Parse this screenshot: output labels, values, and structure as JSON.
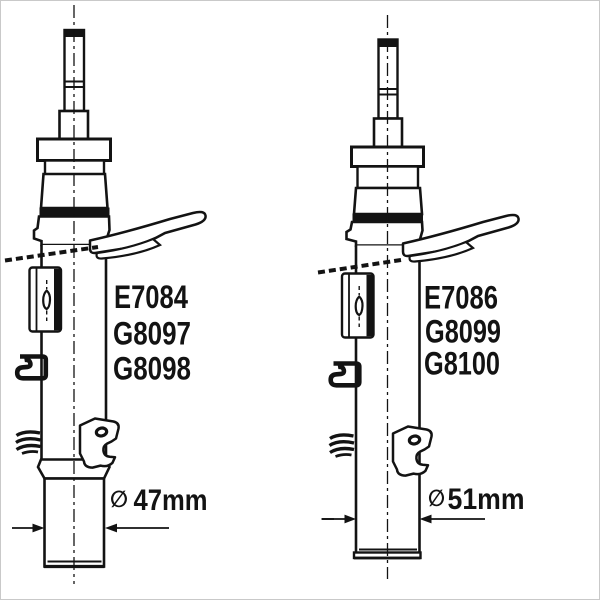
{
  "left_strut": {
    "part_numbers": [
      "E7084",
      "G8097",
      "G8098"
    ],
    "diameter_symbol": "∅",
    "diameter_value": "47mm"
  },
  "right_strut": {
    "part_numbers": [
      "E7086",
      "G8099",
      "G8100"
    ],
    "diameter_symbol": "∅",
    "diameter_value": "51mm"
  },
  "colors": {
    "ink": "#131313",
    "paper": "#ffffff"
  }
}
